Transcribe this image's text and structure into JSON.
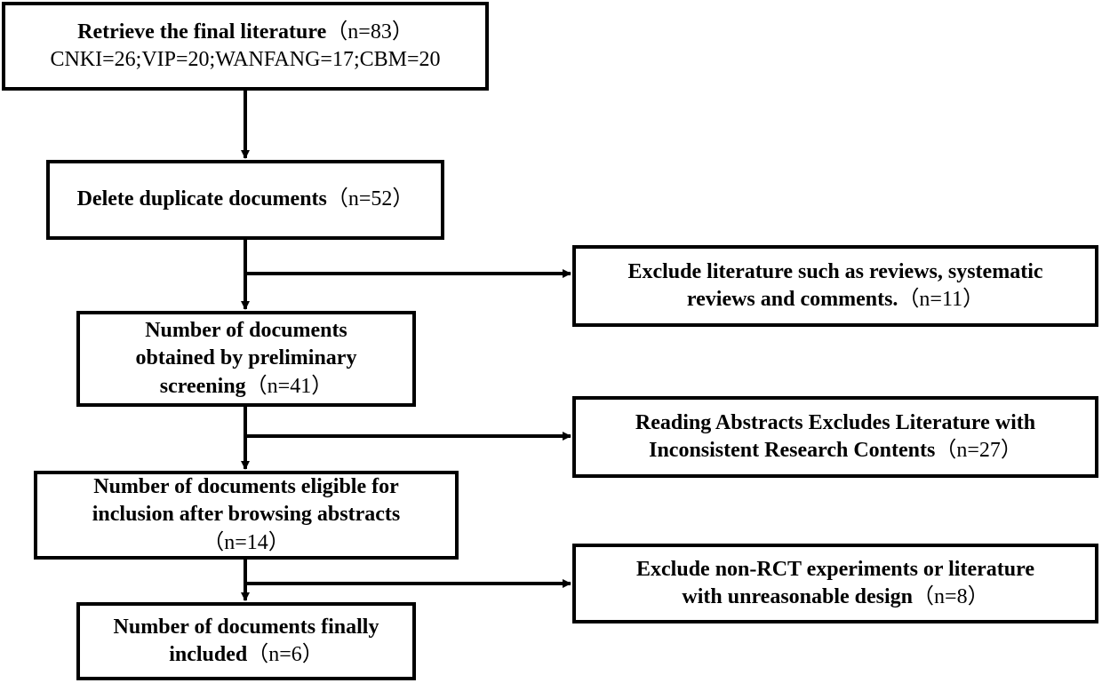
{
  "nodes": {
    "retrieve": {
      "title": "Retrieve the final literature",
      "count": "（n=83）",
      "sources": "CNKI=26;VIP=20;WANFANG=17;CBM=20"
    },
    "dedup": {
      "title": "Delete duplicate documents",
      "count": "（n=52）"
    },
    "prelim": {
      "line1": "Number of documents",
      "line2": "obtained by preliminary",
      "line3": "screening",
      "count": "（n=41）"
    },
    "eligible": {
      "line1": "Number of documents eligible for",
      "line2": "inclusion after browsing abstracts",
      "count": "（n=14）"
    },
    "final": {
      "line1": "Number of documents finally",
      "line2": "included",
      "count": "（n=6）"
    },
    "excl_reviews": {
      "line1": "Exclude literature such as reviews,  systematic",
      "line2": "reviews and comments.",
      "count": "（n=11）"
    },
    "excl_abstracts": {
      "line1": "Reading Abstracts Excludes Literature with",
      "line2": "Inconsistent Research Contents",
      "count": "（n=27）"
    },
    "excl_design": {
      "line1": "Exclude non-RCT experiments or literature",
      "line2": "with unreasonable design",
      "count": "（n=8）"
    }
  }
}
